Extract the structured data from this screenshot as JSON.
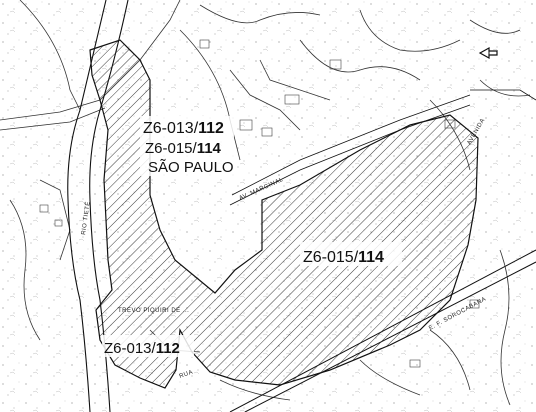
{
  "map": {
    "labels": {
      "north_a_prefix": "Z6-013/",
      "north_a_number": "112",
      "north_b_prefix": "Z6-015/",
      "north_b_number": "114",
      "city": "SÃO PAULO",
      "east_prefix": "Z6-015/",
      "east_number": "114",
      "south_prefix": "Z6-013/",
      "south_number": "112"
    },
    "streets": {
      "river": "RIO TIETÊ",
      "marginal": "AV. MARGINAL",
      "ferrovia": "E. F. SOROCABANA",
      "avenida": "AVENIDA",
      "south_road": "TREVO PIQUIRI DE ... ",
      "rua": "RUA"
    },
    "icons": [
      "north-arrow-icon"
    ],
    "colors": {
      "ink": "#111111",
      "paper": "#ffffff",
      "hatch": "#222222"
    }
  }
}
